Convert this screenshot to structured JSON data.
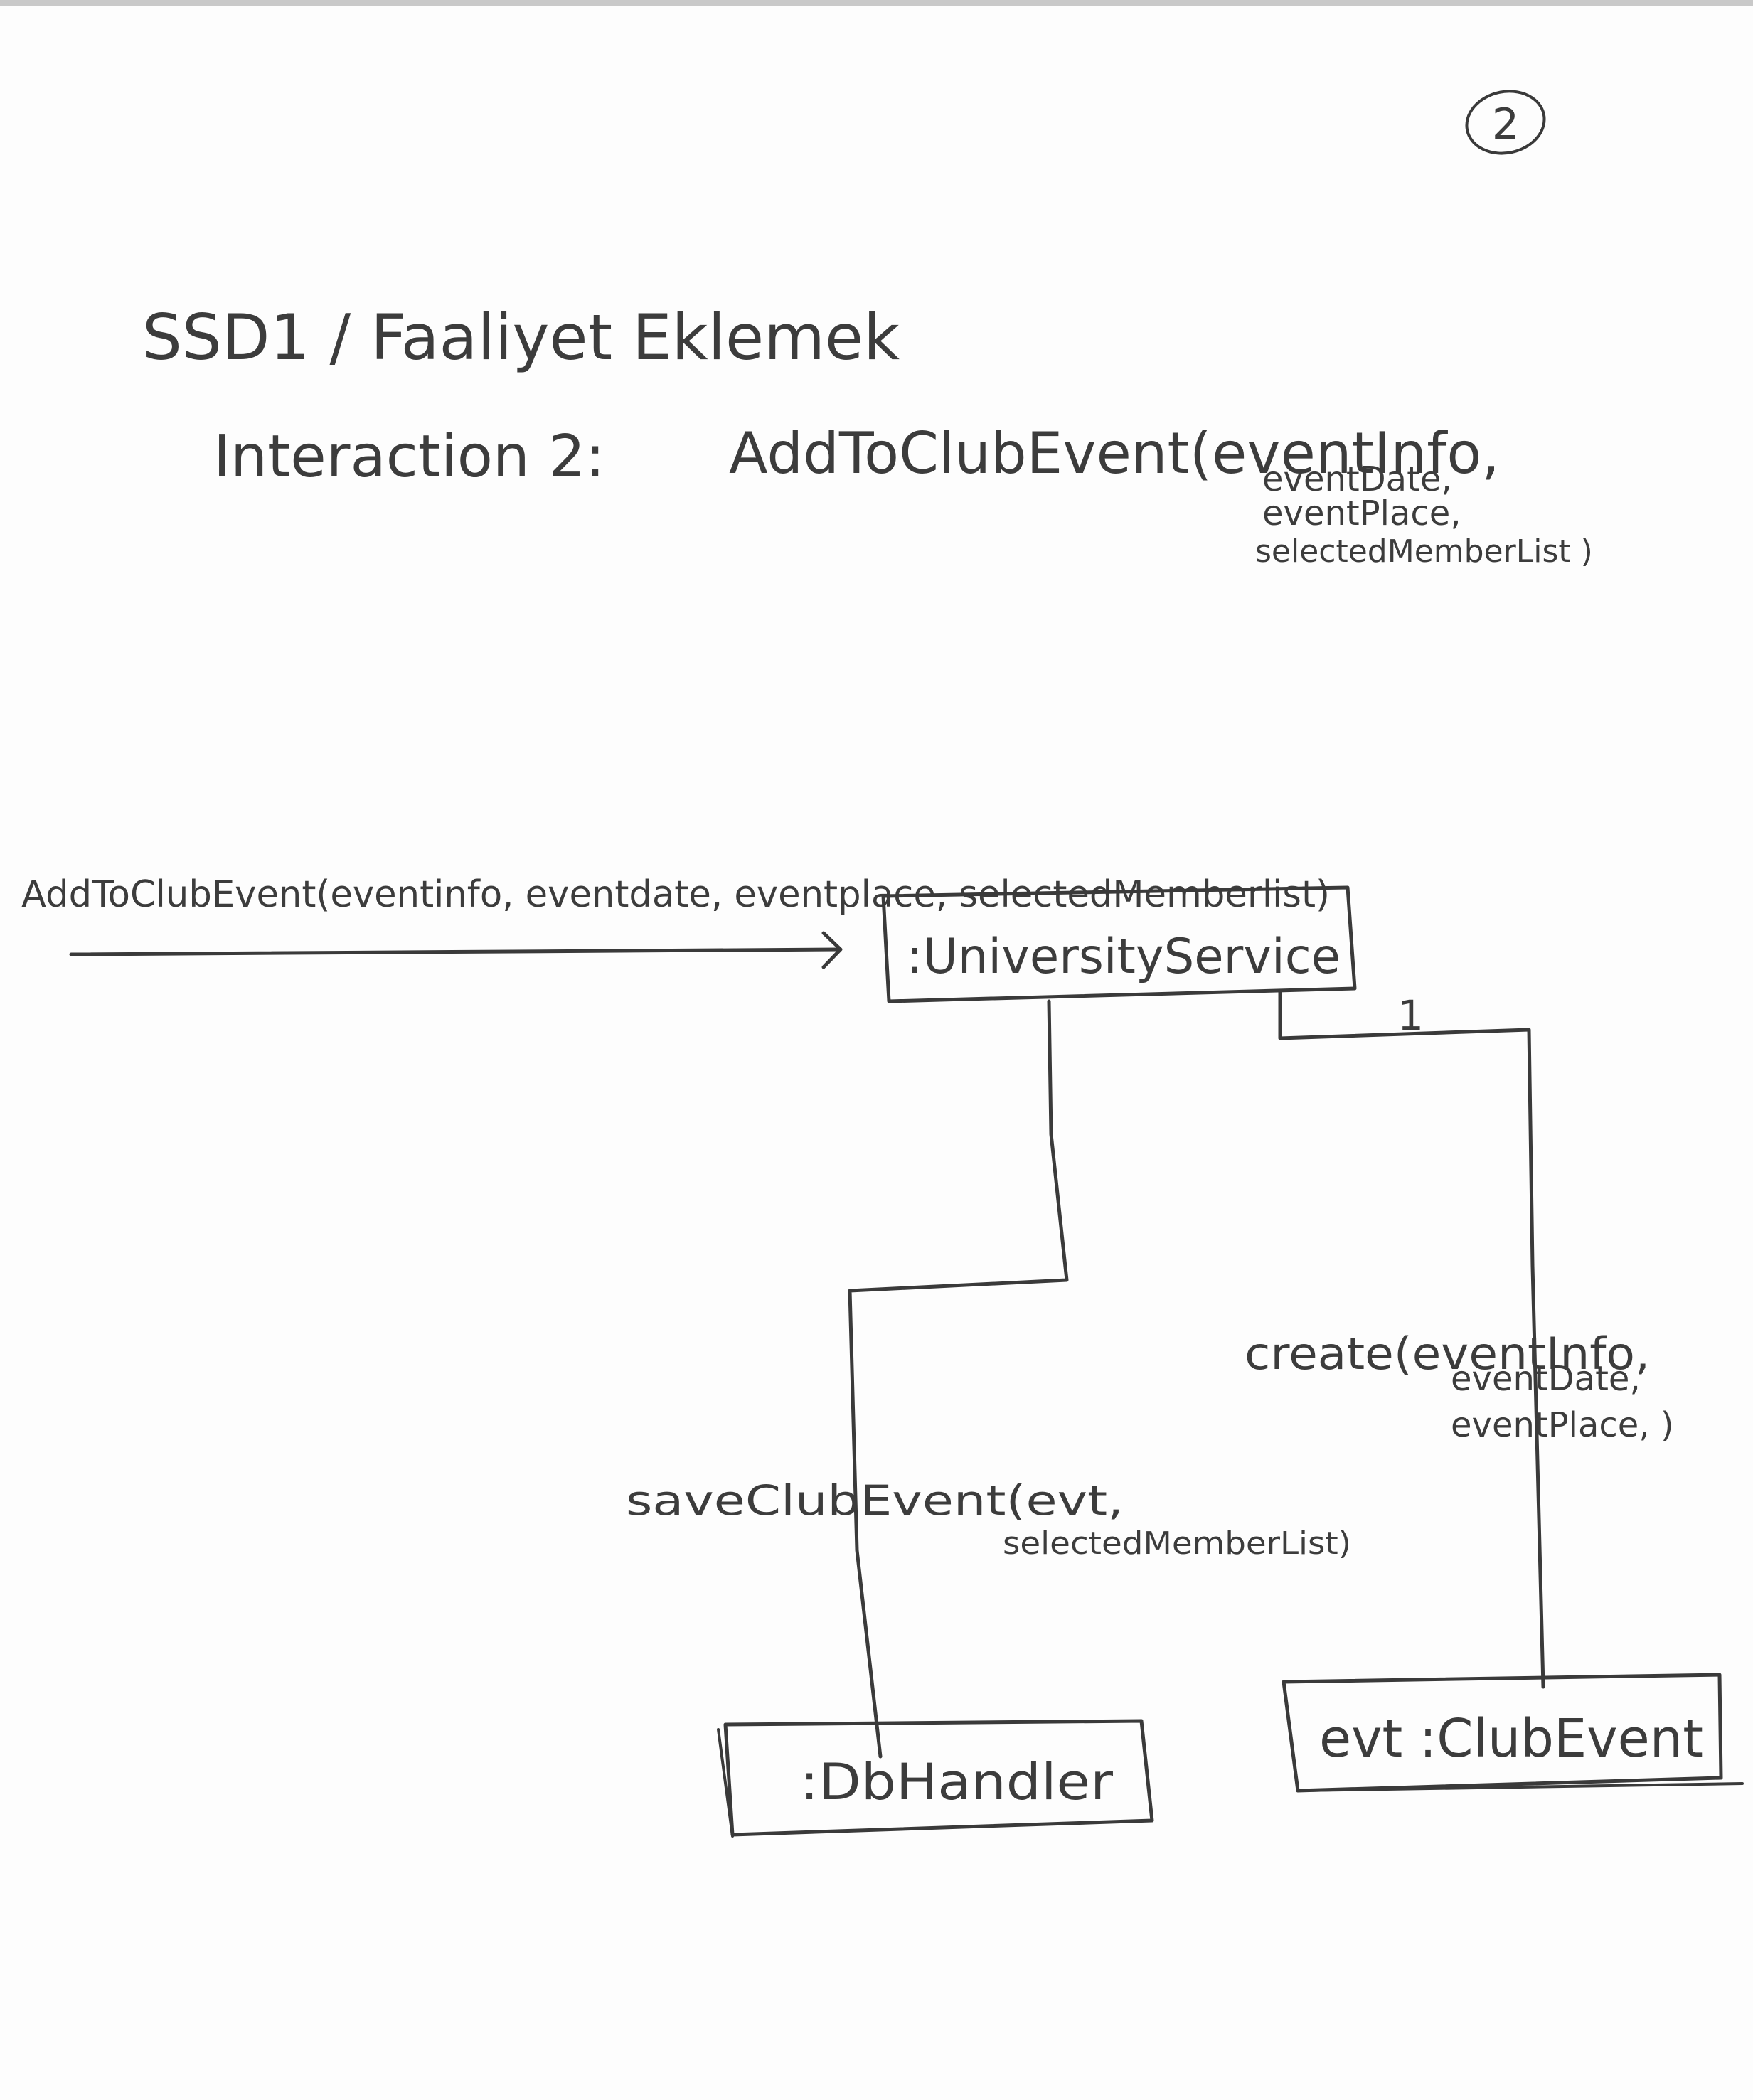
{
  "page_number": "2",
  "title": {
    "line1": "SSD1 / Faaliyet Eklemek",
    "interaction_label": "Interaction 2:",
    "operation": "AddToClubEvent(eventInfo,",
    "params": [
      "eventDate,",
      "eventPlace,",
      "selectedMemberList )"
    ]
  },
  "incoming_message": "AddToClubEvent(eventinfo, eventdate, eventplace, selectedMemberlist)",
  "objects": {
    "university_service": ":UniversityService",
    "db_handler": ":DbHandler",
    "club_event": "evt :ClubEvent"
  },
  "multiplicity": "1",
  "messages": {
    "save": {
      "line1": "saveClubEvent(evt,",
      "line2": "selectedMemberList)"
    },
    "create": {
      "line1": "create(eventInfo,",
      "line2": "eventDate,",
      "line3": "eventPlace, )"
    }
  },
  "colors": {
    "paper": "#fdfdfd",
    "pencil": "#3a3a3a"
  }
}
